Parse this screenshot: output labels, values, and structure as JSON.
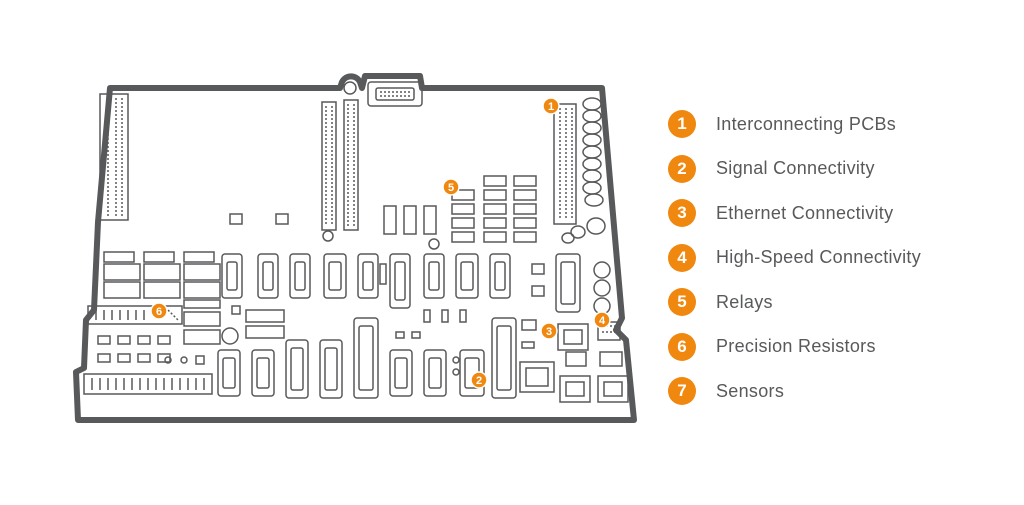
{
  "colors": {
    "accent": "#F0870F",
    "outline": "#58595b",
    "board_fill": "#ffffff",
    "text": "#58595b"
  },
  "legend": [
    {
      "number": "1",
      "label": "Interconnecting PCBs"
    },
    {
      "number": "2",
      "label": "Signal Connectivity"
    },
    {
      "number": "3",
      "label": "Ethernet Connectivity"
    },
    {
      "number": "4",
      "label": "High-Speed Connectivity"
    },
    {
      "number": "5",
      "label": "Relays"
    },
    {
      "number": "6",
      "label": "Precision Resistors"
    },
    {
      "number": "7",
      "label": "Sensors"
    }
  ],
  "board_markers": [
    {
      "number": "1"
    },
    {
      "number": "2"
    },
    {
      "number": "3"
    },
    {
      "number": "4"
    },
    {
      "number": "5"
    },
    {
      "number": "6"
    }
  ]
}
